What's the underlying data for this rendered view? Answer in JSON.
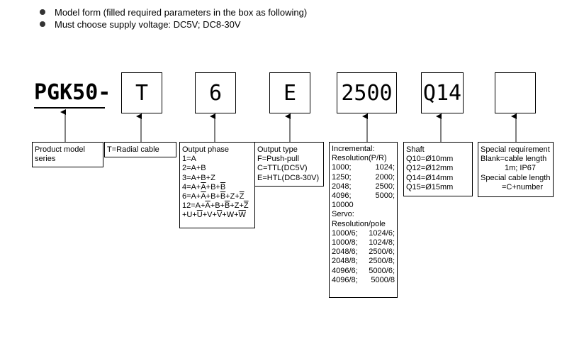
{
  "bullets": [
    "Model form (filled required parameters in the box as following)",
    "Must choose supply voltage:  DC5V; DC8-30V"
  ],
  "code": {
    "prefix": "PGK50-",
    "boxes": [
      "T",
      "6",
      "E",
      "2500",
      "Q14",
      ""
    ]
  },
  "descriptions": {
    "product": [
      "Product model",
      "series"
    ],
    "cable": "T=Radial cable",
    "phase": {
      "title": "Output phase",
      "l1": "1=A",
      "l2": "2=A+B",
      "l3": "3=A+B+Z",
      "l4": {
        "a": "4=A+",
        "b": "A",
        "c": "+B+",
        "d": "B"
      },
      "l5": {
        "a": "6=A+",
        "b": "A",
        "c": "+B+",
        "d": "B",
        "e": "+Z+",
        "f": "Z"
      },
      "l6": {
        "a": "12=A+",
        "b": "A",
        "c": "+B+",
        "d": "B",
        "e": "+Z+",
        "f": "Z"
      },
      "l7": {
        "a": "+U+",
        "b": "U",
        "c": "+V+",
        "d": "V",
        "e": "+W+",
        "f": "W"
      }
    },
    "output_type": [
      "Output type",
      "F=Push-pull",
      "C=TTL(DC5V)",
      "E=HTL(DC8-30V)"
    ],
    "resolution": {
      "head": [
        "Incremental:",
        "Resolution(P/R)"
      ],
      "incremental": [
        [
          "1000;",
          "1024;"
        ],
        [
          "1250;",
          "2000;"
        ],
        [
          "2048;",
          "2500;"
        ],
        [
          "4096;",
          "5000;"
        ]
      ],
      "inc_last": "10000",
      "servo_head": [
        "Servo:",
        "Resolution/pole"
      ],
      "servo": [
        [
          "1000/6;",
          "1024/6;"
        ],
        [
          "1000/8;",
          "1024/8;"
        ],
        [
          "2048/6;",
          "2500/6;"
        ],
        [
          "2048/8;",
          "2500/8;"
        ],
        [
          "4096/6;",
          "5000/6;"
        ],
        [
          "4096/8;",
          "5000/8"
        ]
      ]
    },
    "shaft": [
      "Shaft",
      "Q10=Ø10mm",
      "Q12=Ø12mm",
      "Q14=Ø14mm",
      "Q15=Ø15mm"
    ],
    "special": [
      "Special requirement",
      "Blank=cable length",
      "1m; IP67",
      "Special cable length",
      "=C+number"
    ]
  }
}
